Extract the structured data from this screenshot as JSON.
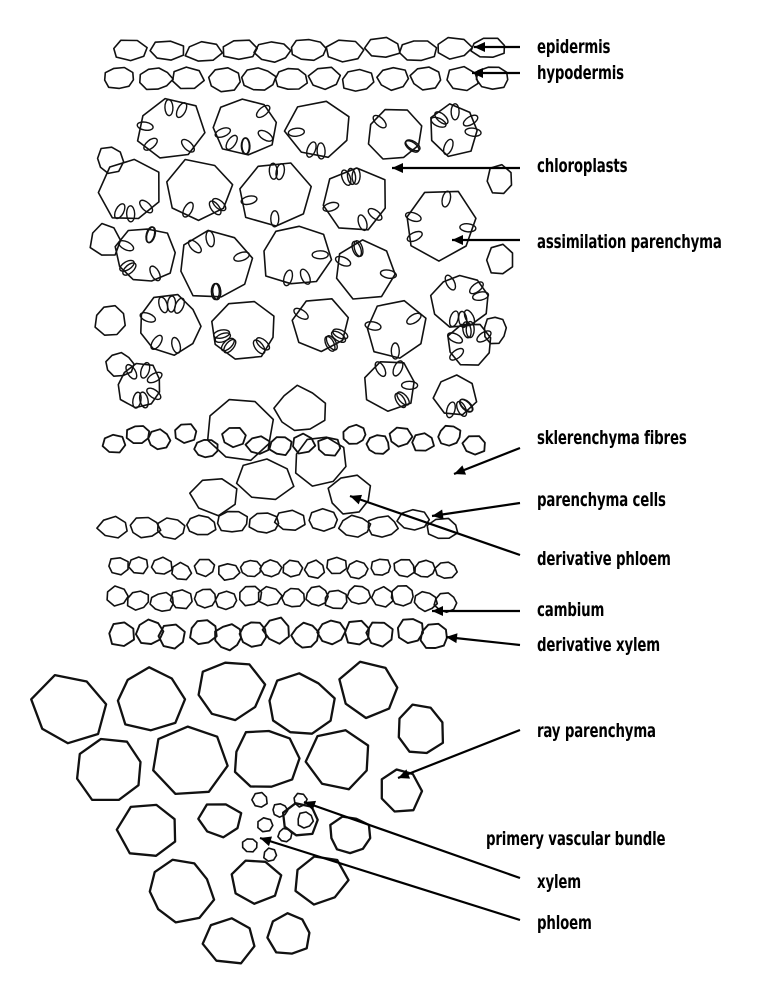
{
  "labels": {
    "epidermis": "epidermis",
    "hypodermis": "hypodermis",
    "chloroplasts": "chloroplasts",
    "assimilation_parenchyma": "assimilation parenchyma",
    "sklerenchyma_fibres": "sklerenchyma fibres",
    "parenchyma_cells": "parenchyma cells",
    "derivative_phloem": "derivative phloem",
    "cambium": "cambium",
    "derivative_xylem": "derivative xylem",
    "ray_parenchyma": "ray parenchyma",
    "primery_vascular_bundle": "primery vascular bundle",
    "xylem": "xylem",
    "phloem": "phloem"
  }
}
